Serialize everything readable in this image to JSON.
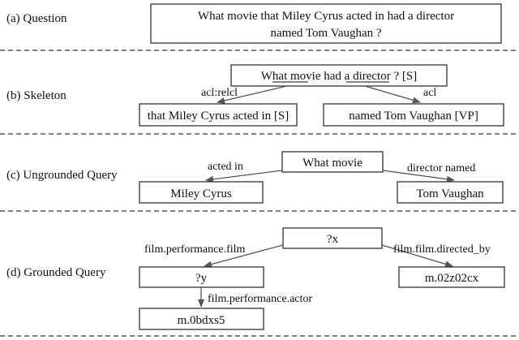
{
  "sections": {
    "question": {
      "label": "(a) Question",
      "text_line1": "What movie that Miley Cyrus acted in had a director",
      "text_line2": "named Tom Vaughan ?"
    },
    "skeleton": {
      "label": "(b) Skeleton",
      "root_prefix": "What ",
      "root_movie": "movie",
      "root_mid": " had a ",
      "root_director": "director",
      "root_suffix": " ? [S]",
      "edge_left": "acl:relcl",
      "edge_right": "acl",
      "child_left": "that Miley Cyrus acted in [S]",
      "child_right": "named Tom Vaughan [VP]"
    },
    "ungrounded": {
      "label": "(c) Ungrounded Query",
      "root": "What movie",
      "edge_left": "acted in",
      "edge_right": "director named",
      "node_left": "Miley Cyrus",
      "node_right": "Tom Vaughan"
    },
    "grounded": {
      "label": "(d) Grounded Query",
      "root": "?x",
      "edge_left": "film.performance.film",
      "edge_right": "film.film.directed_by",
      "node_y": "?y",
      "node_right": "m.02z02cx",
      "edge_down": "film.performance.actor",
      "node_bottom": "m.0bdxs5"
    }
  }
}
